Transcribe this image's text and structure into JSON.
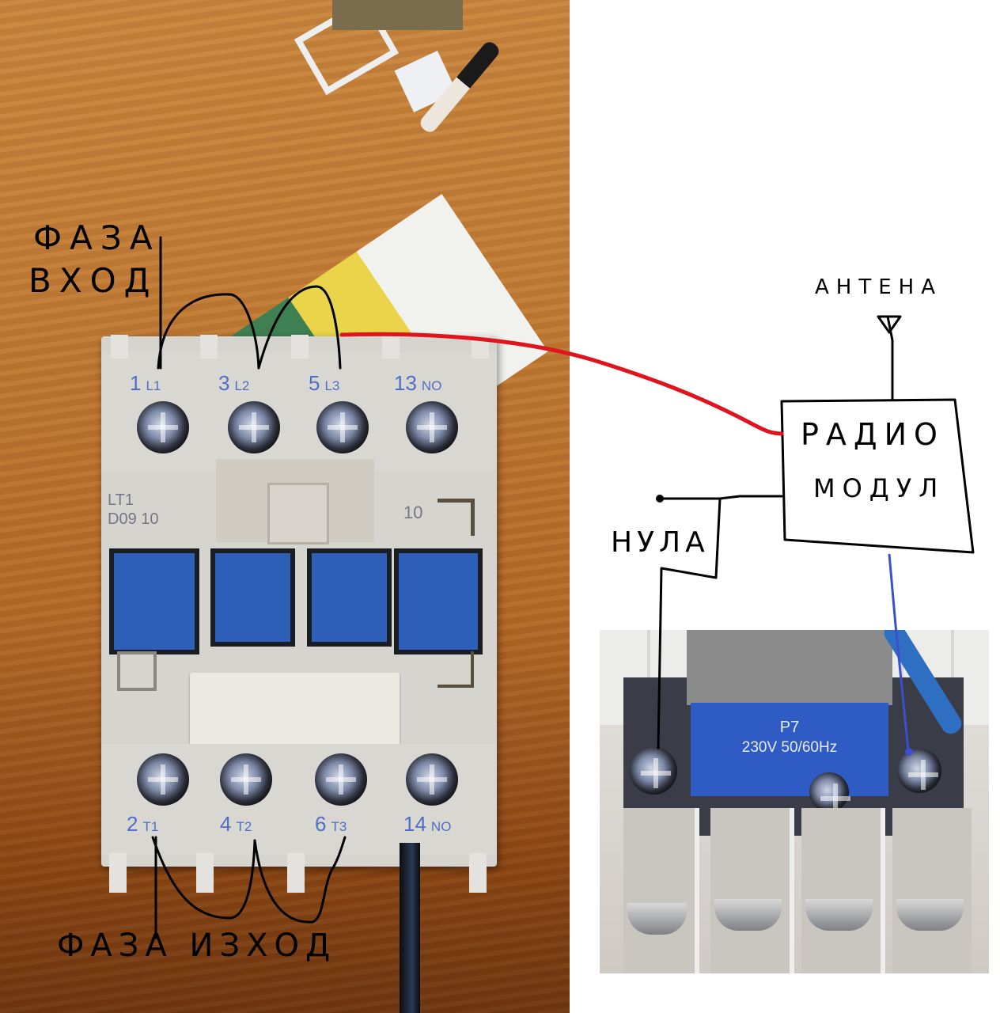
{
  "annotations": {
    "phase_in_line1": "ФАЗА",
    "phase_in_line2": "ВХОД",
    "phase_out": "ФАЗА ИЗХОД",
    "antenna": "АНТЕНА",
    "radio_module_line1": "РАДИО",
    "radio_module_line2": "МОДУЛ",
    "neutral": "НУЛА"
  },
  "contactor": {
    "model_line1": "LT1",
    "model_line2": "D09 10",
    "aux_label": "10",
    "top_terminals": [
      {
        "num": "1",
        "sub": "L1"
      },
      {
        "num": "3",
        "sub": "L2"
      },
      {
        "num": "5",
        "sub": "L3"
      },
      {
        "num": "13",
        "sub": "NO"
      }
    ],
    "bottom_terminals": [
      {
        "num": "2",
        "sub": "T1"
      },
      {
        "num": "4",
        "sub": "T2"
      },
      {
        "num": "6",
        "sub": "T3"
      },
      {
        "num": "14",
        "sub": "NO"
      }
    ]
  },
  "coil": {
    "model": "P7",
    "rating": "230V 50/60Hz"
  },
  "colors": {
    "phase_wire": "#e0141c",
    "coil_wire": "#3c4fd0",
    "ink": "#000000",
    "label_blue": "#4f6fc4"
  }
}
